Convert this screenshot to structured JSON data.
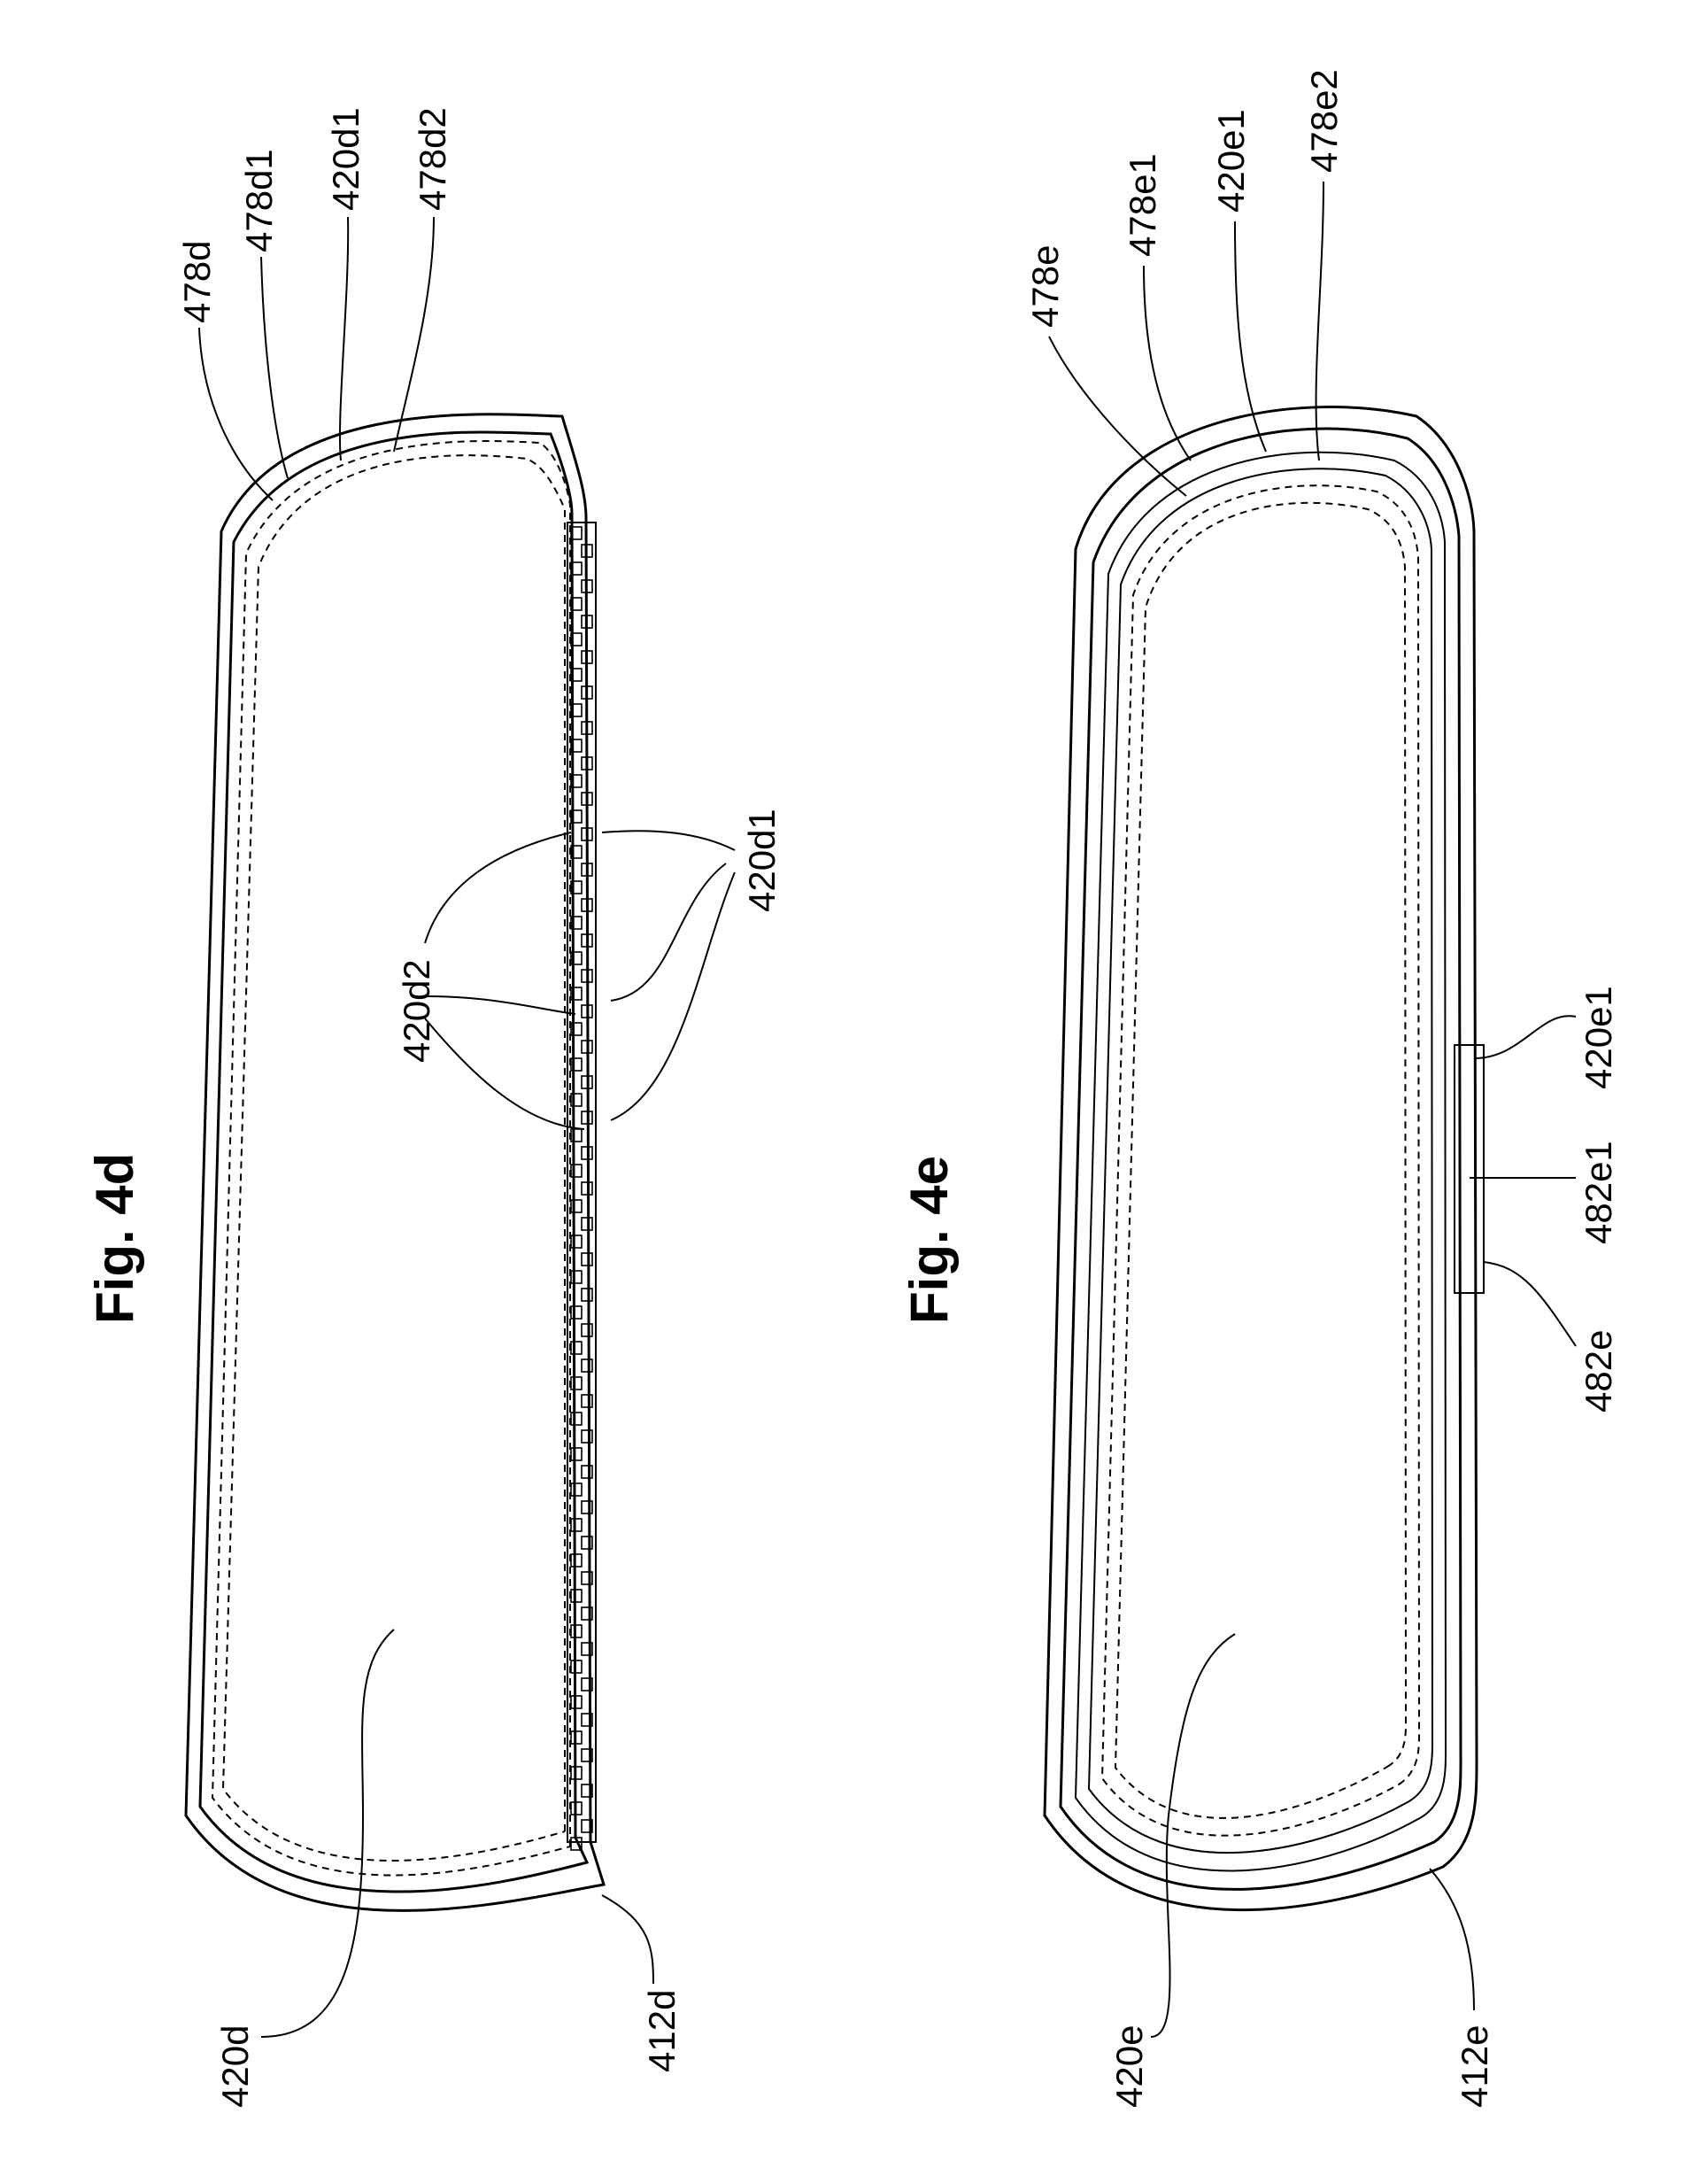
{
  "figures": {
    "fig4d": {
      "title": "Fig. 4d",
      "labels": {
        "l478d": "478d",
        "l478d1": "478d1",
        "l420d1_top": "420d1",
        "l478d2": "478d2",
        "l420d1_mid": "420d1",
        "l420d2": "420d2",
        "l420d": "420d",
        "l412d": "412d"
      }
    },
    "fig4e": {
      "title": "Fig. 4e",
      "labels": {
        "l478e": "478e",
        "l478e1": "478e1",
        "l420e1_top": "420e1",
        "l478e2": "478e2",
        "l420e1_mid": "420e1",
        "l482e1": "482e1",
        "l482e": "482e",
        "l420e": "420e",
        "l412e": "412e"
      }
    }
  }
}
